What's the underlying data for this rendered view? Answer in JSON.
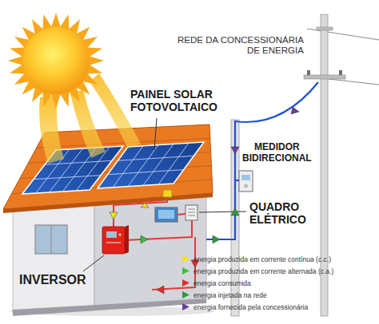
{
  "diagram": {
    "labels": [
      "REDE DA CONCESSIONÁRIA DE ENERGIA",
      "PAINEL SOLAR FOTOVOLTAICO",
      "MEDIDOR BIDIRECIONAL",
      "QUADRO ELÉTRICO",
      "INVERSOR"
    ],
    "legend": [
      {
        "text": "energia produzida em corrente contínua (c.c.)",
        "color": "#f2e21a"
      },
      {
        "text": "energia produzida em corrente alternada (c.a.)",
        "color": "#36c236"
      },
      {
        "text": "energia consumida",
        "color": "#e62a2a"
      },
      {
        "text": "energia injetada na rede",
        "color": "#2a9d3a"
      },
      {
        "text": "energia fornecida pela concessionária",
        "color": "#6a3fa0"
      }
    ]
  }
}
